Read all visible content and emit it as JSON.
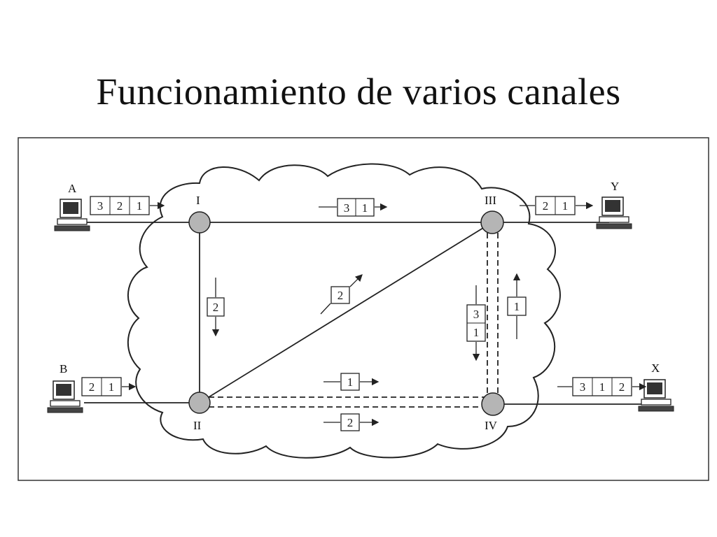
{
  "slide": {
    "title": "Funcionamiento de varios canales"
  },
  "hosts": [
    {
      "id": "A",
      "label": "A"
    },
    {
      "id": "B",
      "label": "B"
    },
    {
      "id": "X",
      "label": "X"
    },
    {
      "id": "Y",
      "label": "Y"
    }
  ],
  "nodes": [
    {
      "id": "I",
      "label": "I"
    },
    {
      "id": "II",
      "label": "II"
    },
    {
      "id": "III",
      "label": "III"
    },
    {
      "id": "IV",
      "label": "IV"
    }
  ],
  "packets": {
    "a_queue": [
      "3",
      "2",
      "1"
    ],
    "b_queue": [
      "2",
      "1"
    ],
    "y_queue": [
      "2",
      "1"
    ],
    "x_queue": [
      "3",
      "1",
      "2"
    ],
    "i_to_iii": [
      "3",
      "1"
    ],
    "i_to_ii": [
      "2"
    ],
    "ii_to_iii": [
      "2"
    ],
    "iii_to_iv": [
      "3",
      "1"
    ],
    "iv_to_iii": [
      "1"
    ],
    "ii_to_iv_top": [
      "1"
    ],
    "ii_to_iv_bottom": [
      "2"
    ]
  },
  "colors": {
    "node_fill": "#b5b5b5",
    "ink": "#222222"
  }
}
